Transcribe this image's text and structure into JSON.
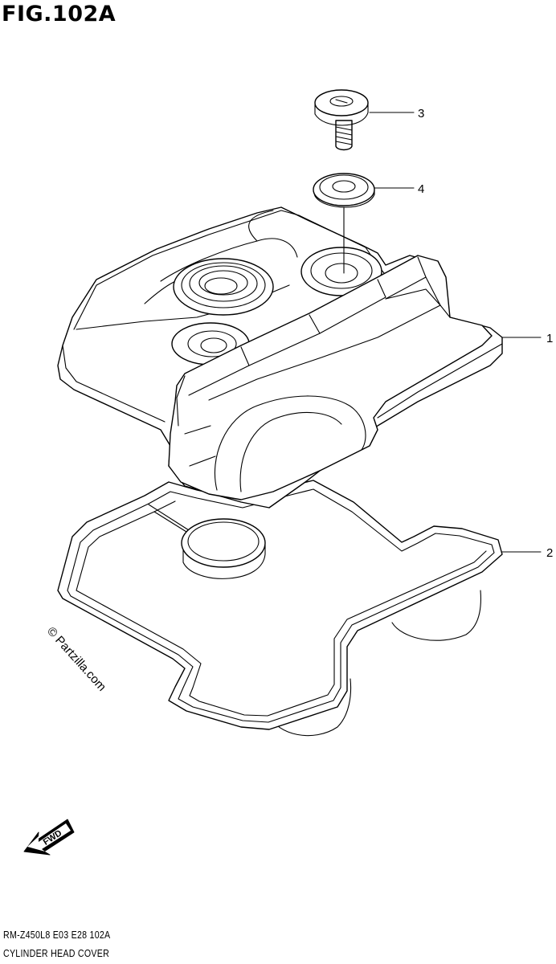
{
  "figure": {
    "title": "FIG.102A"
  },
  "callouts": [
    {
      "id": "1",
      "label": "1"
    },
    {
      "id": "2",
      "label": "2"
    },
    {
      "id": "3",
      "label": "3"
    },
    {
      "id": "4",
      "label": "4"
    }
  ],
  "watermark": {
    "text": "© Partzilla.com"
  },
  "fwd_arrow": {
    "label": "FWD"
  },
  "footer": {
    "model_code": "RM-Z450L8  E03  E28  102A",
    "caption": "CYLINDER HEAD COVER"
  },
  "colors": {
    "ink": "#000000",
    "paper": "#ffffff"
  },
  "icons": {
    "fwd": "fwd-arrow-icon"
  }
}
